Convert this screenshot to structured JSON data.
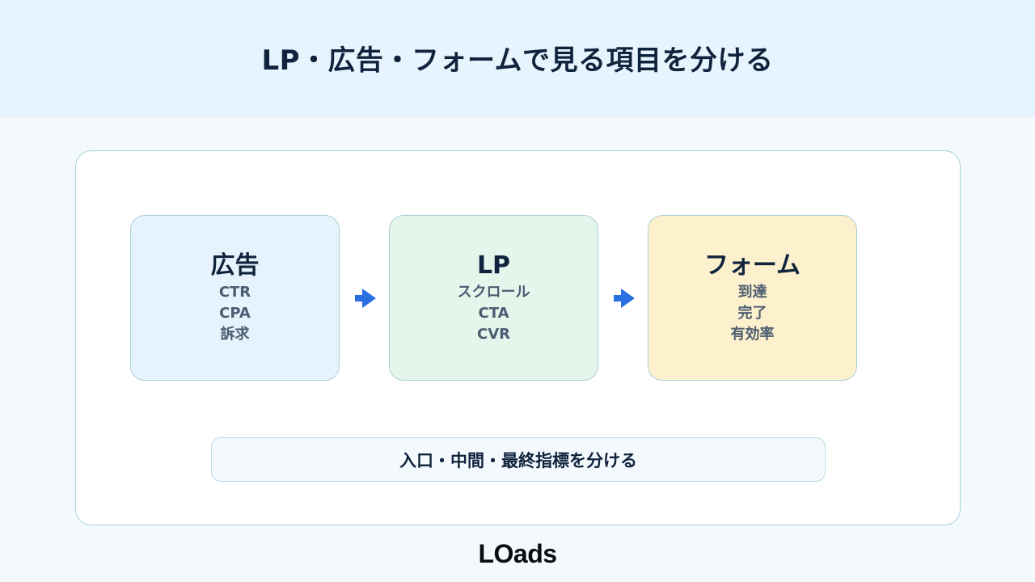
{
  "header": {
    "title": "LP・広告・フォームで見る項目を分ける"
  },
  "cards": [
    {
      "title": "広告",
      "metrics": [
        "CTR",
        "CPA",
        "訴求"
      ],
      "background": "#e6f3fd"
    },
    {
      "title": "LP",
      "metrics": [
        "スクロール",
        "CTA",
        "CVR"
      ],
      "background": "#e4f6ec"
    },
    {
      "title": "フォーム",
      "metrics": [
        "到達",
        "完了",
        "有効率"
      ],
      "background": "#fdf0cd"
    }
  ],
  "arrows": {
    "icon": "arrow-right-icon",
    "color": "#2a6fe0"
  },
  "summary": {
    "text": "入口・中間・最終指標を分ける"
  },
  "footer": {
    "logo_text": "LOads"
  }
}
